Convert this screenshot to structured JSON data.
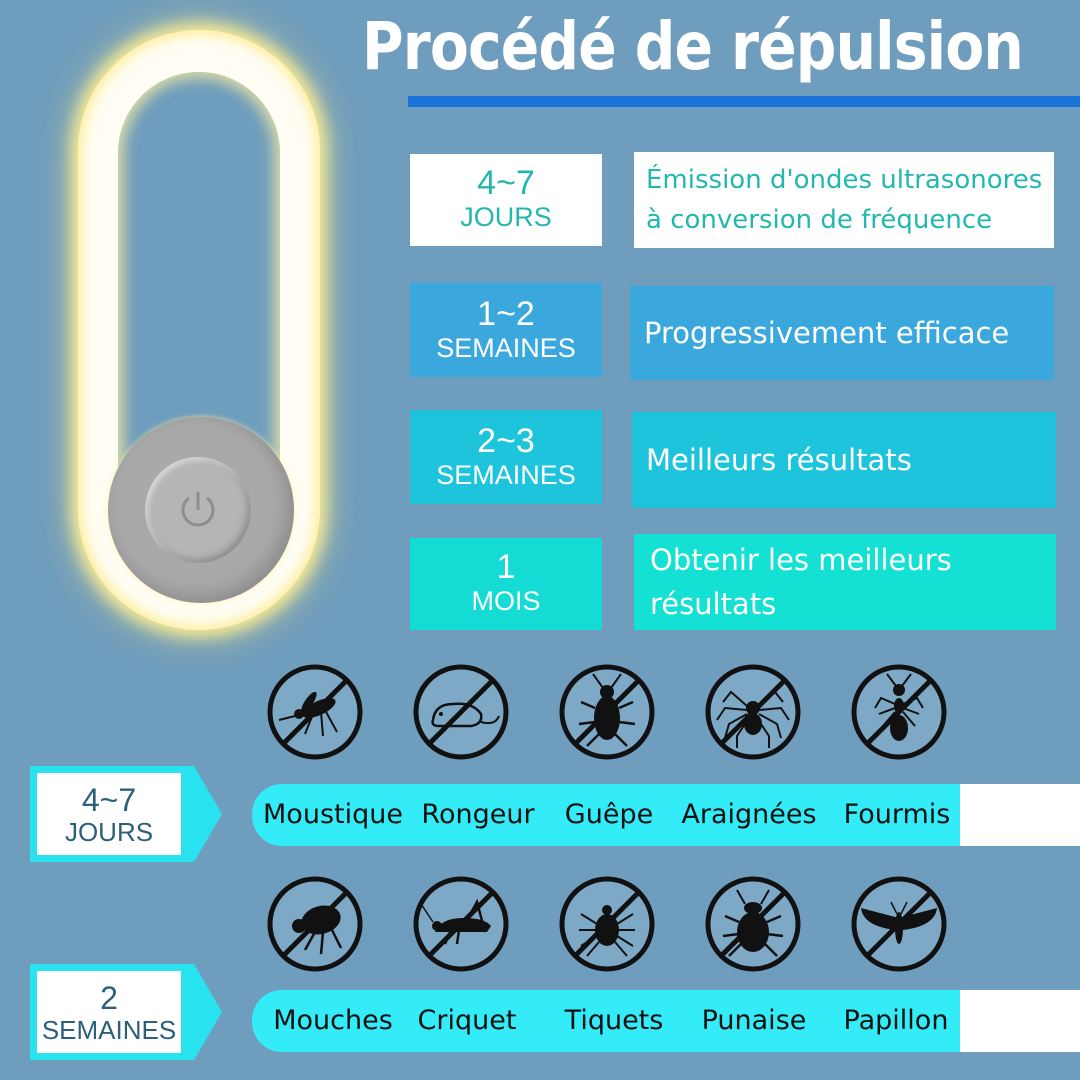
{
  "title": "Procédé de répulsion",
  "colors": {
    "background": "#6f9dbd",
    "accent_blue": "#1a73d6",
    "cyan": "#33ecf8",
    "teal_text": "#22b8b0"
  },
  "stages": [
    {
      "num": "4~7",
      "unit": "JOURS",
      "description": "Émission d'ondes ultrasonores à conversion de fréquence"
    },
    {
      "num": "1~2",
      "unit": "SEMAINES",
      "description": "Progressivement efficace"
    },
    {
      "num": "2~3",
      "unit": "SEMAINES",
      "description": "Meilleurs résultats"
    },
    {
      "num": "1",
      "unit": "MOIS",
      "description": "Obtenir les meilleurs résultats"
    }
  ],
  "pest_rows": [
    {
      "num": "4~7",
      "unit": "JOURS",
      "pests": [
        {
          "label": "Moustique",
          "icon": "mosquito-icon"
        },
        {
          "label": "Rongeur",
          "icon": "rodent-icon"
        },
        {
          "label": "Guêpe",
          "icon": "cockroach-icon"
        },
        {
          "label": "Araignées",
          "icon": "spider-icon"
        },
        {
          "label": "Fourmis",
          "icon": "ant-icon"
        }
      ]
    },
    {
      "num": "2",
      "unit": "SEMAINES",
      "pests": [
        {
          "label": "Mouches",
          "icon": "flea-icon"
        },
        {
          "label": "Criquet",
          "icon": "cricket-icon"
        },
        {
          "label": "Tiquets",
          "icon": "tick-icon"
        },
        {
          "label": "Punaise",
          "icon": "bedbug-icon"
        },
        {
          "label": "Papillon",
          "icon": "moth-icon"
        }
      ]
    }
  ]
}
